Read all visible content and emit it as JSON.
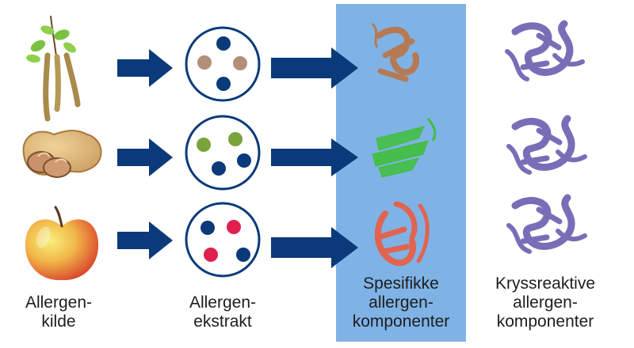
{
  "columns": {
    "source": {
      "lines": [
        "Allergen-",
        "kilde"
      ]
    },
    "extract": {
      "lines": [
        "Allergen-",
        "ekstrakt"
      ]
    },
    "specific": {
      "lines": [
        "Spesifikke",
        "allergen-",
        "komponenter"
      ]
    },
    "cross": {
      "lines": [
        "Kryssreaktive",
        "allergen-",
        "komponenter"
      ]
    }
  },
  "rows": [
    {
      "source_icon": "birch-catkins-icon",
      "extract_dot_colors": [
        "#0b3a7a",
        "#b38f7a",
        "#b38f7a",
        "#0b3a7a"
      ],
      "specific_protein_color": "#b57a55",
      "cross_protein_color": "#6a5fb0"
    },
    {
      "source_icon": "peanut-icon",
      "extract_dot_colors": [
        "#7aa33b",
        "#7aa33b",
        "#0b3a7a",
        "#0b3a7a"
      ],
      "specific_protein_color": "#3fbf3a",
      "cross_protein_color": "#6a5fb0"
    },
    {
      "source_icon": "apple-icon",
      "extract_dot_colors": [
        "#0b3a7a",
        "#e0204d",
        "#e0204d",
        "#0b3a7a"
      ],
      "specific_protein_color": "#e06450",
      "cross_protein_color": "#6a5fb0"
    }
  ],
  "colors": {
    "arrow": "#0b3a7a",
    "highlight_panel": "#7fb3e6",
    "circle_stroke": "#0b3a7a"
  }
}
